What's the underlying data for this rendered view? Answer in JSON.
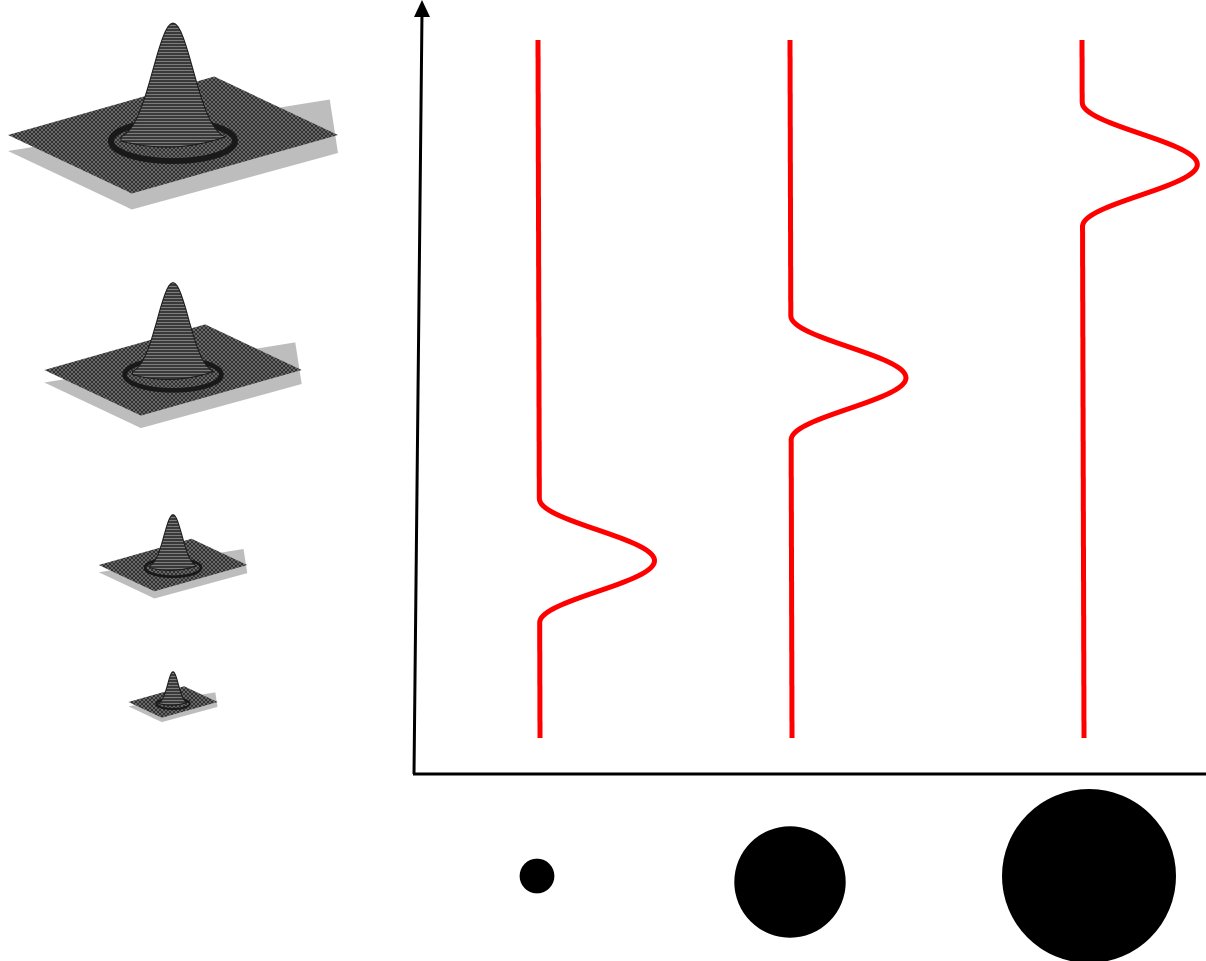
{
  "diagram": {
    "colors": {
      "curve": "#ff0000",
      "axis": "#000000",
      "surface_dark": "#2a2a2a",
      "surface_mesh": "#8a8a8a",
      "surface_shadow": "#bdbdbd",
      "disc": "#000000"
    },
    "icons": {
      "surface": "mexican-hat-surface-icon",
      "disc": "filled-circle-icon",
      "axis_arrow": "arrowhead-icon"
    },
    "surfaces": [
      {
        "name": "surface-scale-largest",
        "relative_size": 1.0
      },
      {
        "name": "surface-scale-large",
        "relative_size": 0.78
      },
      {
        "name": "surface-scale-medium",
        "relative_size": 0.45
      },
      {
        "name": "surface-scale-small",
        "relative_size": 0.27
      }
    ],
    "responses": [
      {
        "name": "response-curve-small",
        "peak_level": 0.28
      },
      {
        "name": "response-curve-medium",
        "peak_level": 0.52
      },
      {
        "name": "response-curve-large",
        "peak_level": 0.8
      }
    ],
    "discs": [
      {
        "name": "disc-small",
        "relative_size": 0.2
      },
      {
        "name": "disc-medium",
        "relative_size": 0.64
      },
      {
        "name": "disc-large",
        "relative_size": 1.0
      }
    ]
  }
}
